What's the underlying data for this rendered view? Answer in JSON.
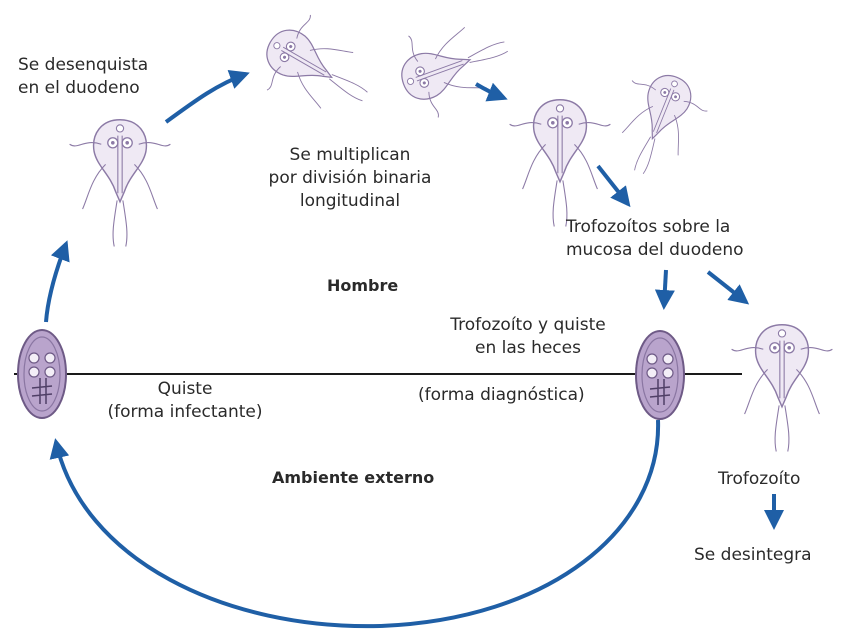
{
  "colors": {
    "arrow": "#1f5fa6",
    "cyst_fill": "#b9a4cc",
    "cyst_stroke": "#6e5a86",
    "organism_stroke": "#8c7aa6",
    "organism_fill": "#efe9f4",
    "line": "#1a1a1a",
    "text": "#2a2a2a"
  },
  "labels": {
    "desenquista": [
      "Se desenquista",
      "en el duodeno"
    ],
    "multiplican": [
      "Se multiplican",
      "por división binaria",
      "longitudinal"
    ],
    "mucosa": [
      "Trofozoítos sobre la",
      "mucosa del duodeno"
    ],
    "hombre": "Hombre",
    "heces": [
      "Trofozoíto y quiste",
      "en las heces"
    ],
    "diagnostica": "(forma diagnóstica)",
    "quiste": [
      "Quiste",
      "(forma infectante)"
    ],
    "ambiente": "Ambiente externo",
    "trofozoito": "Trofozoíto",
    "desintegra": "Se desintegra"
  }
}
